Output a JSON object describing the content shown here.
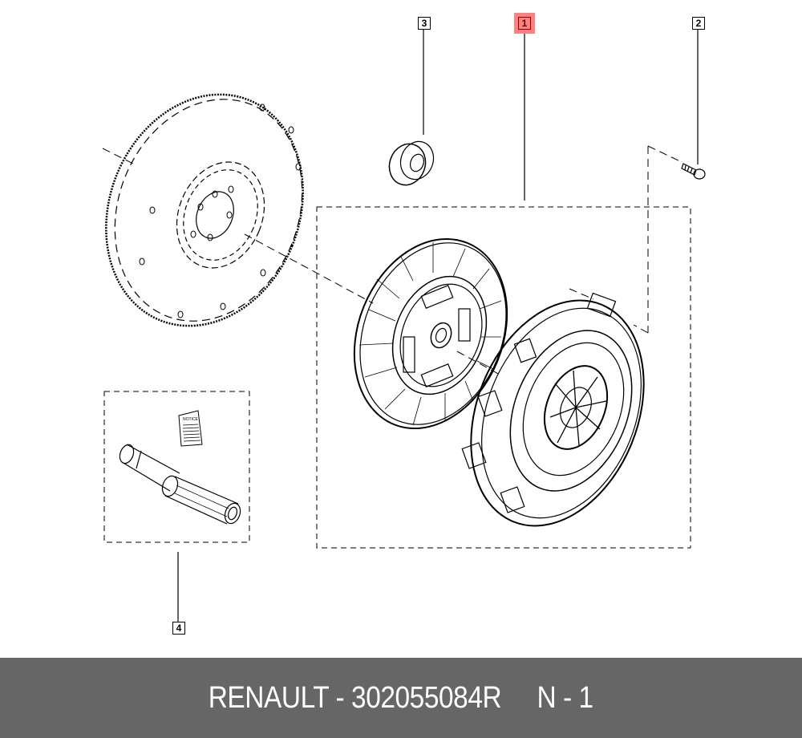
{
  "diagram": {
    "callouts": [
      {
        "id": "1",
        "label": "1",
        "part": "clutch-kit (disc + pressure plate)",
        "highlighted": true
      },
      {
        "id": "2",
        "label": "2",
        "part": "bolt",
        "highlighted": false
      },
      {
        "id": "3",
        "label": "3",
        "part": "pilot bearing",
        "highlighted": false
      },
      {
        "id": "4",
        "label": "4",
        "part": "alignment tool + instructions",
        "highlighted": false
      }
    ],
    "booklet_text": "NOTICE",
    "highlight_color": "#ff8080"
  },
  "footer": {
    "brand": "RENAULT",
    "separator": "-",
    "part_number": "302055084R",
    "position_label": "N - 1",
    "background": "#666666",
    "text_color": "#ffffff"
  }
}
